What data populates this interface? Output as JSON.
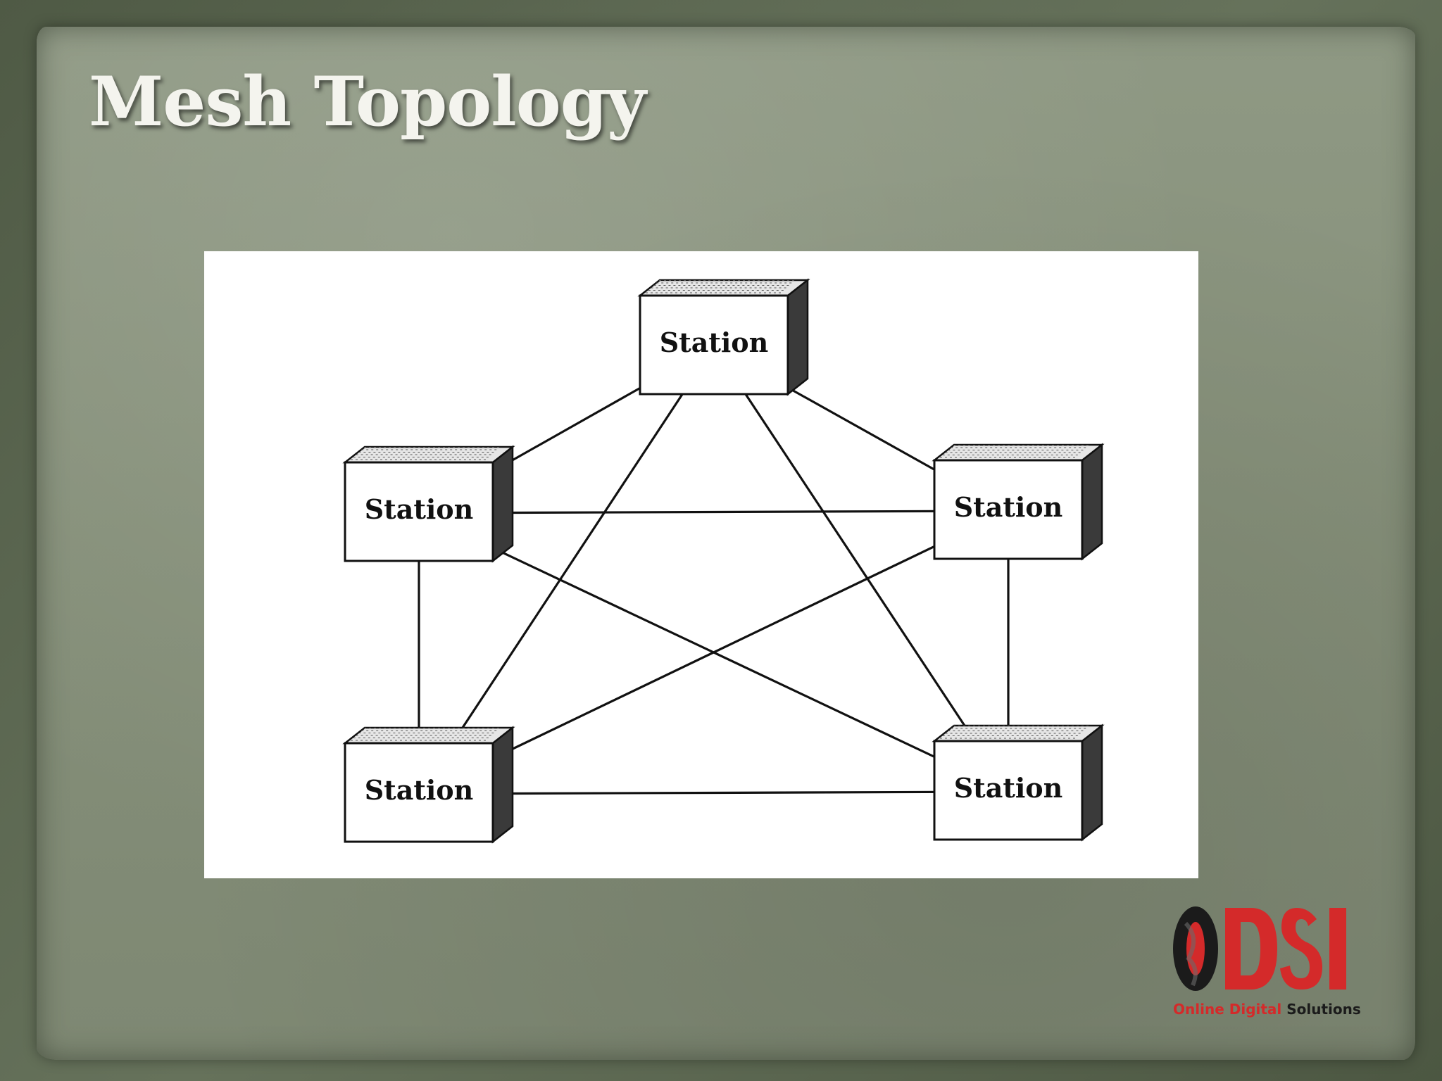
{
  "slide": {
    "title": "Mesh Topology"
  },
  "diagram": {
    "nodes": [
      {
        "id": "top",
        "label": "Station"
      },
      {
        "id": "left",
        "label": "Station"
      },
      {
        "id": "right",
        "label": "Station"
      },
      {
        "id": "bottom-left",
        "label": "Station"
      },
      {
        "id": "bottom-right",
        "label": "Station"
      }
    ],
    "edges": [
      [
        "top",
        "left"
      ],
      [
        "top",
        "right"
      ],
      [
        "top",
        "bottom-left"
      ],
      [
        "top",
        "bottom-right"
      ],
      [
        "left",
        "right"
      ],
      [
        "left",
        "bottom-left"
      ],
      [
        "left",
        "bottom-right"
      ],
      [
        "right",
        "bottom-left"
      ],
      [
        "right",
        "bottom-right"
      ],
      [
        "bottom-left",
        "bottom-right"
      ]
    ]
  },
  "logo": {
    "letters": "ODSI",
    "tagline_online": "Online",
    "tagline_digital": "Digital",
    "tagline_solutions": "Solutions",
    "colors": {
      "red": "#d42a2a",
      "dark": "#1b1b1b"
    }
  }
}
